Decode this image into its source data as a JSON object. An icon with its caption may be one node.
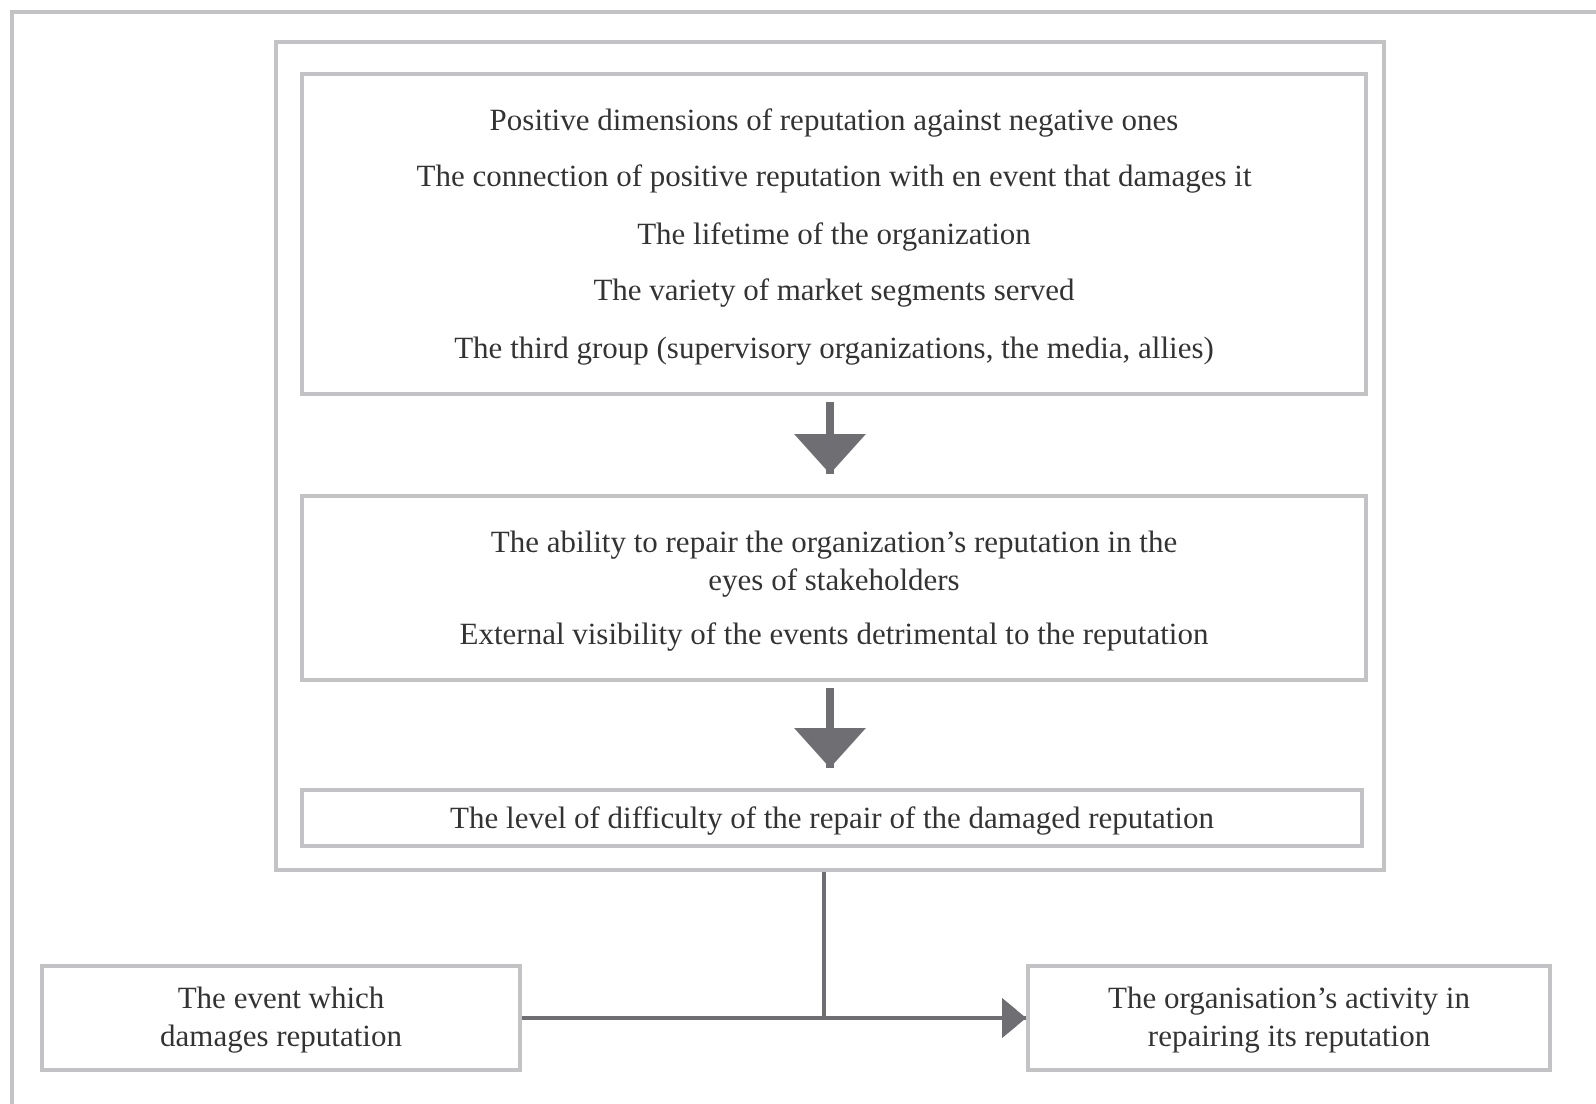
{
  "diagram": {
    "nodes": [
      {
        "text": [],
        "shape": "box"
      },
      {
        "text": [
          "Positive dimensions of reputation against negative ones",
          "The connection of positive reputation with en event that damages it",
          "The lifetime of the organization",
          "The variety of market segments served",
          "The third group (supervisory organizations, the media, allies)"
        ],
        "in": 0
      },
      {
        "text": [
          "The ability to repair the organization’s reputation in the eyes of stakeholders",
          "External visibility of the events detrimental to the reputation"
        ],
        "in": 0
      },
      {
        "text": [
          "The level of difficulty of the repair of the damaged reputation"
        ],
        "in": 0
      },
      {
        "text": [
          "The event which damages reputation"
        ]
      },
      {
        "text": [
          "The organisation’s activity in repairing its reputation"
        ]
      }
    ],
    "edges": [
      {
        "from": 1,
        "to": 2,
        "arrow": "to",
        "style": "thick"
      },
      {
        "from": 2,
        "to": 3,
        "arrow": "to",
        "style": "thick"
      },
      {
        "from": 0,
        "to": 5,
        "arrow": "to"
      },
      {
        "from": 4,
        "to": 5,
        "arrow": "to"
      }
    ]
  }
}
